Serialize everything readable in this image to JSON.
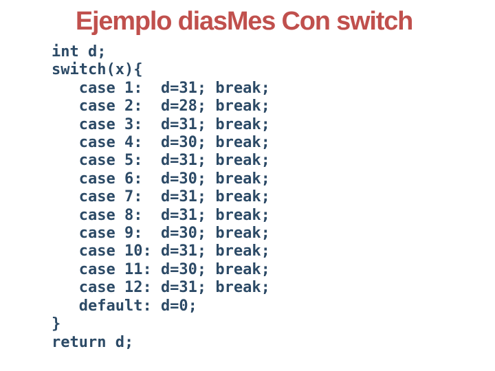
{
  "title": "Ejemplo diasMes Con switch",
  "colors": {
    "title": "#c0504d",
    "code": "#2c4a66",
    "background": "#ffffff"
  },
  "code_lines": [
    "int d;",
    "switch(x){",
    "   case 1:  d=31; break;",
    "   case 2:  d=28; break;",
    "   case 3:  d=31; break;",
    "   case 4:  d=30; break;",
    "   case 5:  d=31; break;",
    "   case 6:  d=30; break;",
    "   case 7:  d=31; break;",
    "   case 8:  d=31; break;",
    "   case 9:  d=30; break;",
    "   case 10: d=31; break;",
    "   case 11: d=30; break;",
    "   case 12: d=31; break;",
    "   default: d=0;",
    "}",
    "return d;"
  ]
}
